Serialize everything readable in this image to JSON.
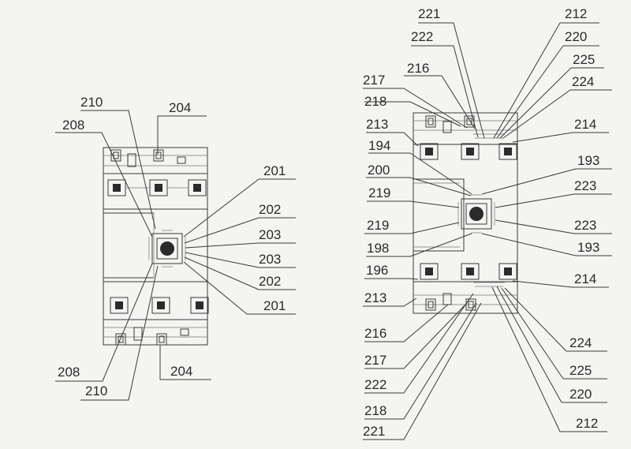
{
  "left_figure": {
    "labels": [
      "210",
      "204",
      "208",
      "201",
      "202",
      "203",
      "203",
      "202",
      "201",
      "208",
      "204",
      "210"
    ]
  },
  "right_figure": {
    "labels": [
      "221",
      "212",
      "222",
      "220",
      "216",
      "225",
      "217",
      "224",
      "218",
      "213",
      "214",
      "194",
      "193",
      "200",
      "223",
      "219",
      "219",
      "223",
      "198",
      "193",
      "196",
      "214",
      "213",
      "216",
      "224",
      "217",
      "225",
      "222",
      "220",
      "218",
      "212",
      "221"
    ]
  }
}
